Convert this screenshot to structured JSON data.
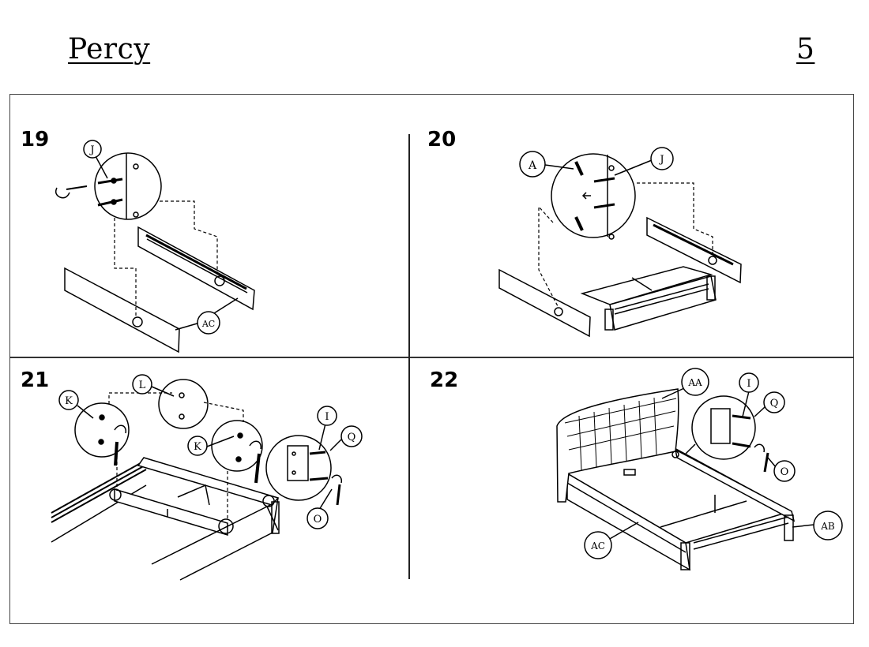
{
  "header": {
    "title": "Percy",
    "page_number": "5"
  },
  "steps": [
    {
      "number": "19",
      "labels": [
        "J",
        "AC"
      ]
    },
    {
      "number": "20",
      "labels": [
        "A",
        "J"
      ]
    },
    {
      "number": "21",
      "labels": [
        "K",
        "L",
        "K",
        "I",
        "Q",
        "O"
      ]
    },
    {
      "number": "22",
      "labels": [
        "AA",
        "I",
        "Q",
        "O",
        "AB",
        "AC"
      ]
    }
  ]
}
